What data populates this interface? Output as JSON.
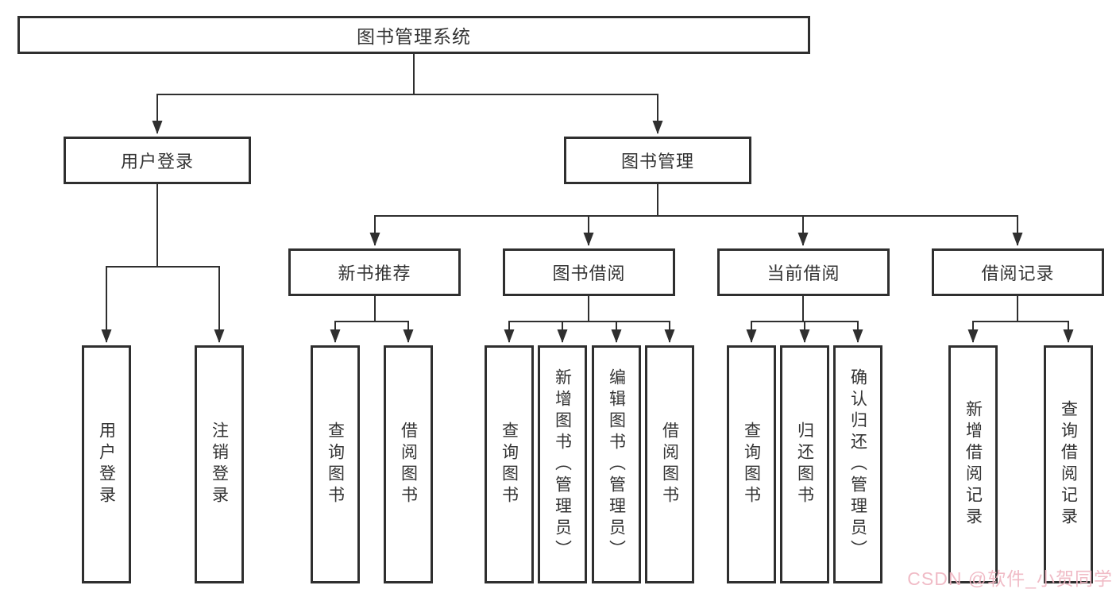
{
  "tree": {
    "root": {
      "label": "图书管理系统"
    },
    "user_login": {
      "label": "用户登录",
      "children": [
        {
          "label": "用户登录"
        },
        {
          "label": "注销登录"
        }
      ]
    },
    "book_management": {
      "label": "图书管理",
      "children": [
        {
          "label": "新书推荐",
          "children": [
            {
              "label": "查询图书"
            },
            {
              "label": "借阅图书"
            }
          ]
        },
        {
          "label": "图书借阅",
          "children": [
            {
              "label": "查询图书"
            },
            {
              "label": "新增图书（管理员）"
            },
            {
              "label": "编辑图书（管理员）"
            },
            {
              "label": "借阅图书"
            }
          ]
        },
        {
          "label": "当前借阅",
          "children": [
            {
              "label": "查询图书"
            },
            {
              "label": "归还图书"
            },
            {
              "label": "确认归还（管理员）"
            }
          ]
        },
        {
          "label": "借阅记录",
          "children": [
            {
              "label": "新增借阅记录"
            },
            {
              "label": "查询借阅记录"
            }
          ]
        }
      ]
    }
  },
  "watermark": {
    "text": "CSDN @软件_小贺同学",
    "color": "#efb6c2"
  },
  "colors": {
    "line": "#2f2f2f",
    "text": "#333333",
    "background": "#ffffff"
  }
}
